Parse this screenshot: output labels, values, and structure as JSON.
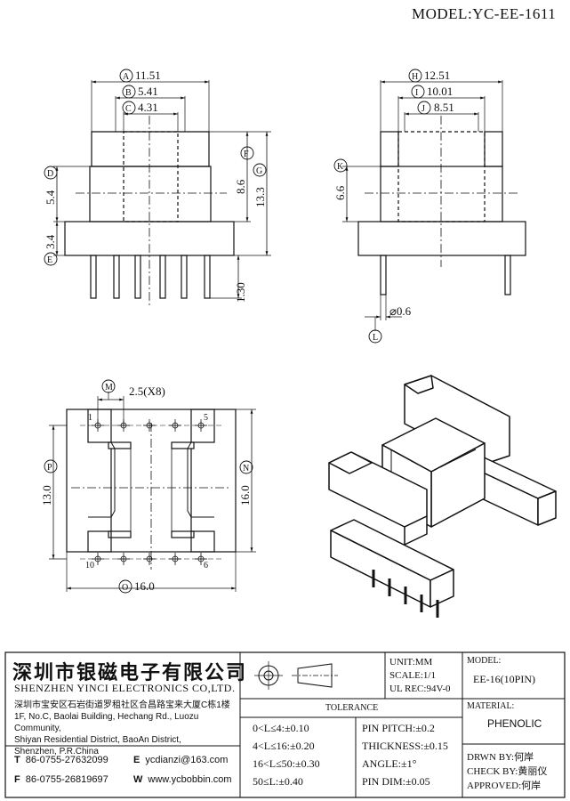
{
  "model_title": "MODEL:YC-EE-1611",
  "views": {
    "front": {
      "dims": {
        "A": {
          "tag": "A",
          "value": "11.51"
        },
        "B": {
          "tag": "B",
          "value": "5.41"
        },
        "C": {
          "tag": "C",
          "value": "4.31"
        },
        "D": {
          "tag": "D",
          "value": "5.4"
        },
        "E": {
          "tag": "E",
          "value": "3.4"
        },
        "F": {
          "tag": "F",
          "value": "8.6"
        },
        "G": {
          "tag": "G",
          "value": "13.3"
        },
        "pin_len": {
          "value": "1.30"
        }
      }
    },
    "side": {
      "dims": {
        "H": {
          "tag": "H",
          "value": "12.51"
        },
        "I": {
          "tag": "I",
          "value": "10.01"
        },
        "J": {
          "tag": "J",
          "value": "8.51"
        },
        "K": {
          "tag": "K",
          "value": "6.6"
        },
        "L": {
          "tag": "L",
          "value": "⌀0.6"
        }
      }
    },
    "bottom": {
      "dims": {
        "M": {
          "tag": "M",
          "value": "2.5(X8)"
        },
        "N": {
          "tag": "N",
          "value": "16.0"
        },
        "O": {
          "tag": "O",
          "value": "16.0"
        },
        "P": {
          "tag": "P",
          "value": "13.0"
        }
      },
      "pin_labels": {
        "p1": "1",
        "p5": "5",
        "p10": "10",
        "p6": "6"
      }
    }
  },
  "title_block": {
    "company_cn": "深圳市银磁电子有限公司",
    "company_en": "SHENZHEN YINCI ELECTRONICS CO,LTD.",
    "address": [
      "深圳市宝安区石岩街道罗租社区合昌路宝来大厦C栋1楼",
      "1F, No.C, Baolai Building, Hechang Rd., Luozu Community,",
      "Shiyan Residential District, BaoAn District,",
      "Shenzhen, P.R.China"
    ],
    "contacts": {
      "tel_key": "T",
      "tel": "86-0755-27632099",
      "fax_key": "F",
      "fax": "86-0755-26819697",
      "email_key": "E",
      "email": "ycdianzi@163.com",
      "web_key": "W",
      "web": "www.ycbobbin.com"
    },
    "unit": "UNIT:MM",
    "scale": "SCALE:1/1",
    "ul": "UL REC:94V-0",
    "model_label": "MODEL:",
    "model_value": "EE-16(10PIN)",
    "material_label": "MATERIAL:",
    "material_value": "PHENOLIC",
    "tolerance_header": "TOLERANCE",
    "tolerances": [
      "0<L≤4:±0.10",
      "4<L≤16:±0.20",
      "16<L≤50:±0.30",
      "50≤L:±0.40"
    ],
    "pin_specs": [
      "PIN PITCH:±0.2",
      "THICKNESS:±0.15",
      "ANGLE:±1°",
      "PIN DIM:±0.05"
    ],
    "drawn_by": "DRWN BY:何岸",
    "check_by": "CHECK BY:黄丽仪",
    "approved": "APPROVED:何岸"
  }
}
